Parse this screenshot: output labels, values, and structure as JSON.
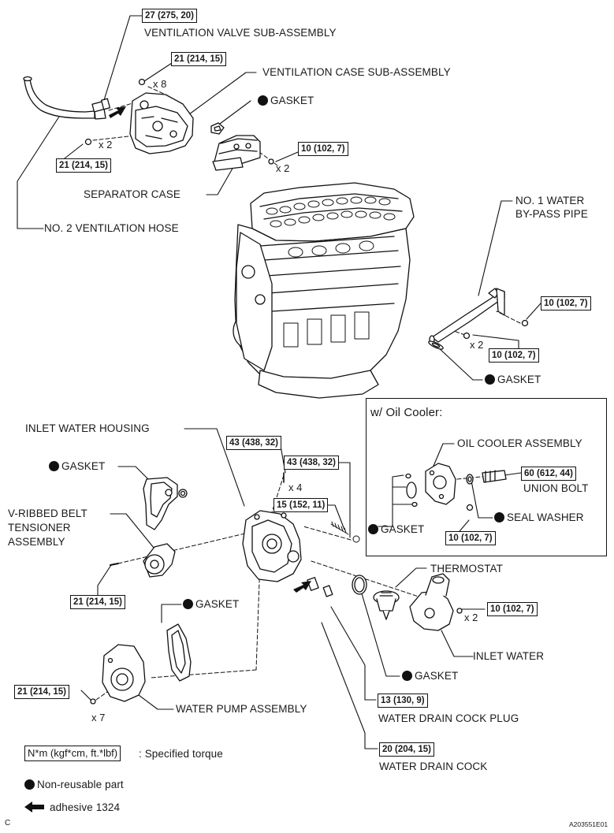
{
  "labels": {
    "ventilation_valve": "VENTILATION VALVE SUB-ASSEMBLY",
    "ventilation_case": "VENTILATION CASE SUB-ASSEMBLY",
    "gasket": "GASKET",
    "separator_case": "SEPARATOR CASE",
    "no2_ventilation_hose": "NO. 2 VENTILATION HOSE",
    "no1_water_line1": "NO. 1 WATER",
    "no1_water_line2": "BY-PASS PIPE",
    "oil_cooler_title": "w/ Oil Cooler:",
    "oil_cooler_assembly": "OIL COOLER ASSEMBLY",
    "union_bolt": "UNION BOLT",
    "seal_washer": "SEAL WASHER",
    "inlet_water_housing": "INLET WATER HOUSING",
    "vribbed_line1": "V-RIBBED BELT",
    "vribbed_line2": "TENSIONER",
    "vribbed_line3": "ASSEMBLY",
    "thermostat": "THERMOSTAT",
    "inlet_water": "INLET WATER",
    "water_pump_assembly": "WATER PUMP ASSEMBLY",
    "water_drain_cock_plug": "WATER DRAIN COCK PLUG",
    "water_drain_cock": "WATER DRAIN COCK"
  },
  "torques": {
    "valve": "27 (275, 20)",
    "case_top": "21 (214, 15)",
    "case_left": "21 (214, 15)",
    "separator": "10 (102, 7)",
    "bypass_upper": "10 (102, 7)",
    "bypass_lower": "10 (102, 7)",
    "housing_1": "43 (438, 32)",
    "housing_2": "43 (438, 32)",
    "housing_3": "15 (152, 11)",
    "union": "60 (612, 44)",
    "oil_cooler_nut": "10 (102, 7)",
    "tensioner": "21 (214, 15)",
    "inlet_water": "10 (102, 7)",
    "water_pump": "21 (214, 15)",
    "drain_plug": "13 (130, 9)",
    "drain_cock": "20 (204, 15)"
  },
  "quantities": {
    "case_bolts": "x 8",
    "case_left_bolts": "x 2",
    "separator_bolts": "x 2",
    "bypass_bolts": "x 2",
    "housing_bolts": "x 4",
    "inlet_water_bolts": "x 2",
    "pump_bolts": "x 7"
  },
  "legend": {
    "torque_box": "N*m (kgf*cm, ft.*lbf)",
    "torque_desc": ": Specified torque",
    "nonreusable": "Non-reusable part",
    "adhesive": "adhesive 1324"
  },
  "footer": {
    "left_code": "C",
    "figure_id": "A203551E01"
  }
}
